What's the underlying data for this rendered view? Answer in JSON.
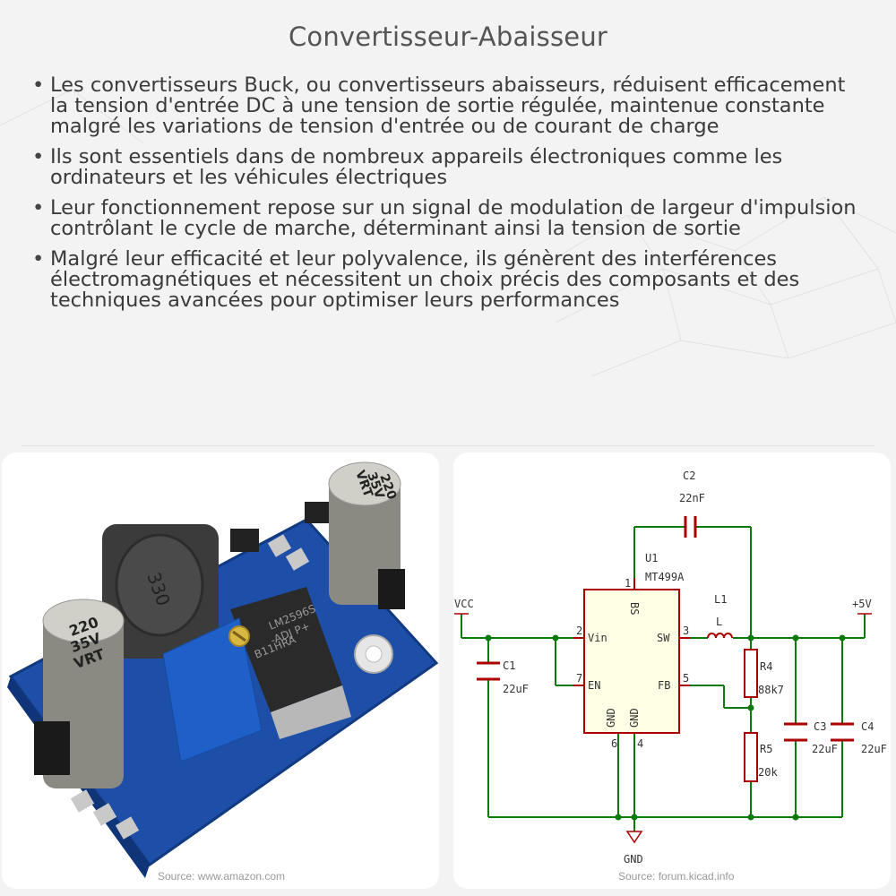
{
  "title": "Convertisseur-Abaisseur",
  "bullets": [
    "Les convertisseurs Buck, ou convertisseurs abaisseurs, réduisent efficacement la tension d'entrée DC à une tension de sortie régulée, maintenue constante malgré les variations de tension d'entrée ou de courant de charge",
    "Ils sont essentiels dans de nombreux appareils électroniques comme les ordinateurs et les véhicules électriques",
    "Leur fonctionnement repose sur un signal de modulation de largeur d'impulsion contrôlant le cycle de marche, déterminant ainsi la tension de sortie",
    "Malgré leur efficacité et leur polyvalence, ils génèrent des interférences électromagnétiques et nécessitent un choix précis des composants et des techniques avancées pour optimiser leurs performances"
  ],
  "photo": {
    "source": "Source: www.amazon.com",
    "inductor_marking": "330",
    "cap_left": [
      "220",
      "35V",
      "VRT"
    ],
    "cap_right": [
      "220",
      "35V",
      "VRT"
    ],
    "chip_marking": [
      "LM2596S",
      "-ADJ P+",
      "B11HRA"
    ]
  },
  "schematic": {
    "source": "Source: forum.kicad.info",
    "c2_ref": "C2",
    "c2_val": "22nF",
    "u1_ref": "U1",
    "u1_val": "MT499A",
    "l1_ref": "L1",
    "l1_val": "L",
    "vcc": "VCC",
    "v5": "+5V",
    "gnd": "GND",
    "c1_ref": "C1",
    "c1_val": "22uF",
    "r4_ref": "R4",
    "r4_val": "88k7",
    "r5_ref": "R5",
    "r5_val": "20k",
    "c3_ref": "C3",
    "c3_val": "22uF",
    "c4_ref": "C4",
    "c4_val": "22uF",
    "pin_vin": "Vin",
    "pin_en": "EN",
    "pin_bs": "BS",
    "pin_sw": "SW",
    "pin_fb": "FB",
    "pin_gnd1": "GND",
    "pin_gnd2": "GND",
    "pin2": "2",
    "pin7": "7",
    "pin1": "1",
    "pin3": "3",
    "pin5": "5",
    "pin6": "6",
    "pin4": "4"
  }
}
